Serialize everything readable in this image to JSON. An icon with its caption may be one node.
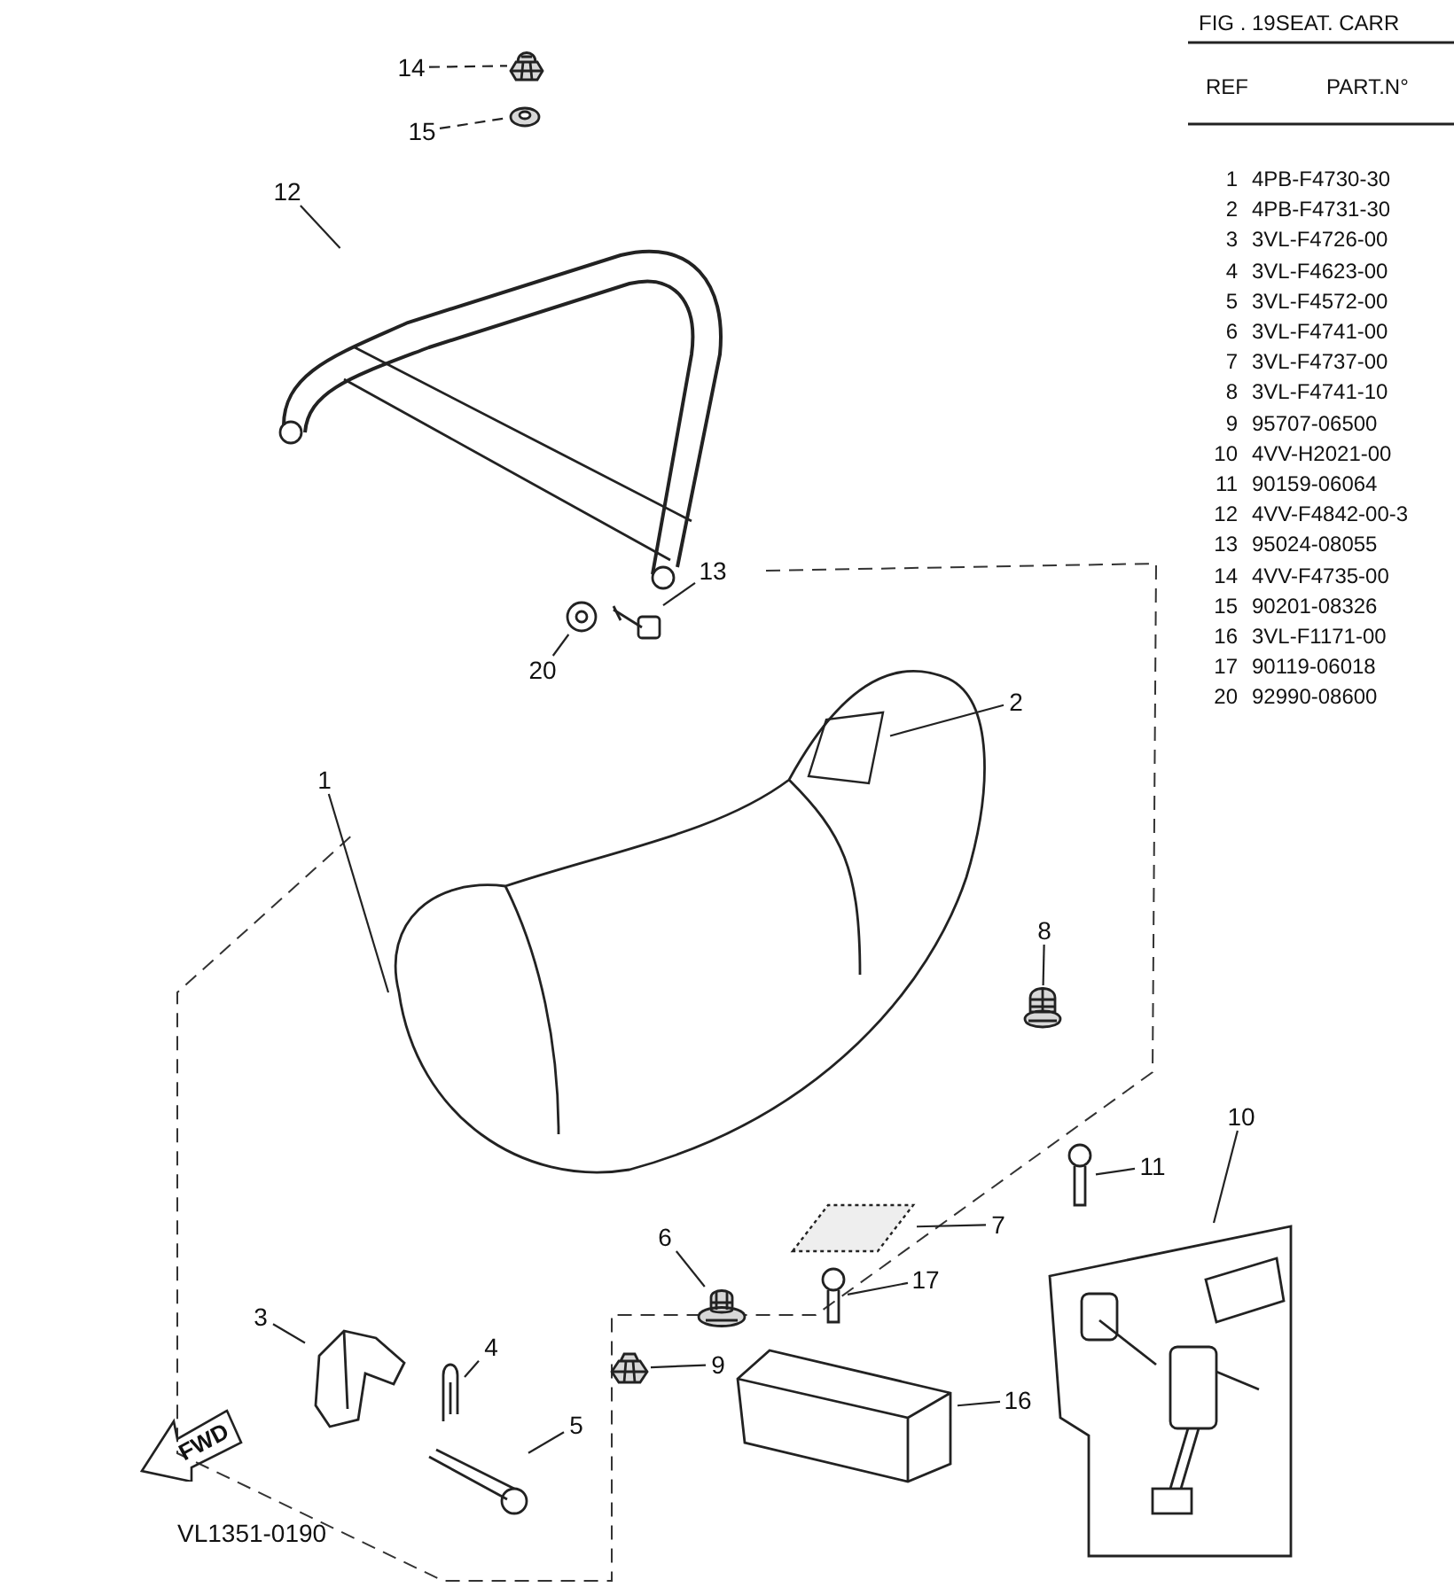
{
  "diagram": {
    "nodes": [
      {
        "text": [
          "1"
        ]
      },
      {
        "text": [],
        "shape": "picture"
      },
      {
        "text": [
          "2"
        ]
      },
      {
        "text": [],
        "shape": "picture",
        "in": 1
      },
      {
        "text": [
          "3"
        ]
      },
      {
        "text": [],
        "shape": "picture"
      },
      {
        "text": [
          "4"
        ]
      },
      {
        "text": [],
        "shape": "picture"
      },
      {
        "text": [
          "5"
        ]
      },
      {
        "text": [],
        "shape": "picture"
      },
      {
        "text": [
          "6"
        ]
      },
      {
        "text": [],
        "shape": "picture"
      },
      {
        "text": [
          "7"
        ]
      },
      {
        "text": [],
        "shape": "picture"
      },
      {
        "text": [
          "8"
        ]
      },
      {
        "text": [],
        "shape": "picture"
      },
      {
        "text": [
          "9"
        ]
      },
      {
        "text": [],
        "shape": "picture"
      },
      {
        "text": [
          "10"
        ]
      },
      {
        "text": [],
        "shape": "picture"
      },
      {
        "text": [
          "11"
        ]
      },
      {
        "text": [],
        "shape": "picture"
      },
      {
        "text": [
          "12"
        ]
      },
      {
        "text": [],
        "shape": "picture"
      },
      {
        "text": [
          "13"
        ]
      },
      {
        "text": [],
        "shape": "picture"
      },
      {
        "text": [
          "14"
        ]
      },
      {
        "text": [],
        "shape": "picture"
      },
      {
        "text": [
          "15"
        ]
      },
      {
        "text": [],
        "shape": "picture"
      },
      {
        "text": [
          "16"
        ]
      },
      {
        "text": [],
        "shape": "picture"
      },
      {
        "text": [
          "17"
        ]
      },
      {
        "text": [],
        "shape": "picture"
      },
      {
        "text": [
          "20"
        ]
      },
      {
        "text": [],
        "shape": "picture"
      }
    ],
    "edges": [
      {
        "from": 0,
        "to": 1,
        "arrow": "none"
      },
      {
        "from": 2,
        "to": 3,
        "arrow": "none"
      },
      {
        "from": 4,
        "to": 5,
        "arrow": "none"
      },
      {
        "from": 6,
        "to": 7,
        "arrow": "none"
      },
      {
        "from": 8,
        "to": 9,
        "arrow": "none"
      },
      {
        "from": 10,
        "to": 11,
        "arrow": "none"
      },
      {
        "from": 12,
        "to": 13,
        "arrow": "none"
      },
      {
        "from": 14,
        "to": 15,
        "arrow": "none"
      },
      {
        "from": 16,
        "to": 17,
        "arrow": "none"
      },
      {
        "from": 18,
        "to": 19,
        "arrow": "none"
      },
      {
        "from": 20,
        "to": 21,
        "arrow": "none"
      },
      {
        "from": 22,
        "to": 23,
        "arrow": "none"
      },
      {
        "from": 24,
        "to": 25,
        "arrow": "none"
      },
      {
        "from": 26,
        "to": 27,
        "arrow": "none",
        "style": "dashed"
      },
      {
        "from": 28,
        "to": 29,
        "arrow": "none",
        "style": "dashed"
      },
      {
        "from": 30,
        "to": 31,
        "arrow": "none"
      },
      {
        "from": 32,
        "to": 33,
        "arrow": "none"
      },
      {
        "from": 34,
        "to": 35,
        "arrow": "none"
      }
    ],
    "labels": [
      "FIG . 19SEAT. CARR",
      "REF",
      "PART.N°",
      "1",
      "4PB-F4730-30",
      "2",
      "4PB-F4731-30",
      "3",
      "3VL-F4726-00",
      "4",
      "3VL-F4623-00",
      "5",
      "3VL-F4572-00",
      "6",
      "3VL-F4741-00",
      "7",
      "3VL-F4737-00",
      "8",
      "3VL-F4741-10",
      "9",
      "95707-06500",
      "10",
      "4VV-H2021-00",
      "11",
      "90159-06064",
      "12",
      "4VV-F4842-00-3",
      "13",
      "95024-08055",
      "14",
      "4VV-F4735-00",
      "15",
      "90201-08326",
      "16",
      "3VL-F1171-00",
      "17",
      "90119-06018",
      "20",
      "92990-08600",
      "FWD",
      "VL1351-0190"
    ]
  }
}
